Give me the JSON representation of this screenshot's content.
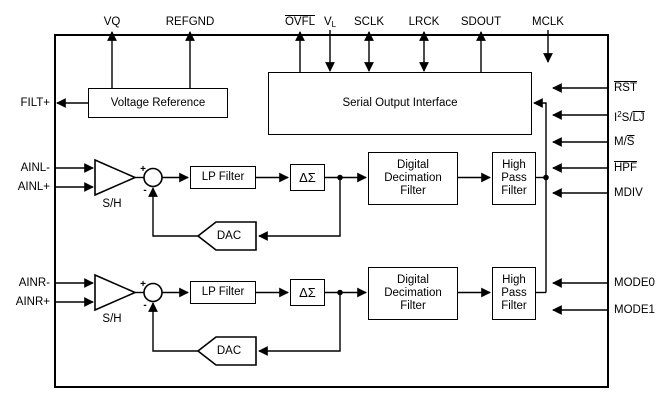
{
  "pins": {
    "top": {
      "vq": "VQ",
      "refgnd": "REFGND",
      "ovfl": "OVFL",
      "vl_base": "V",
      "vl_sub": "L",
      "sclk": "SCLK",
      "lrck": "LRCK",
      "sdout": "SDOUT",
      "mclk": "MCLK"
    },
    "left": {
      "filt_plus": "FILT+",
      "ainl_minus": "AINL-",
      "ainl_plus": "AINL+",
      "ainr_minus": "AINR-",
      "ainr_plus": "AINR+"
    },
    "right": {
      "rst": "RST",
      "i2s_base": "I",
      "i2s_sup": "2",
      "i2s_mid": "S/",
      "i2s_over": "LJ",
      "ms_base": "M/",
      "ms_over": "S",
      "hpf": "HPF",
      "mdiv": "MDIV",
      "mode0": "MODE0",
      "mode1": "MODE1"
    }
  },
  "blocks": {
    "voltage_reference": "Voltage Reference",
    "serial_output_interface": "Serial Output Interface",
    "lp_filter": "LP Filter",
    "delta_sigma": "ΔΣ",
    "decimation": {
      "line1": "Digital",
      "line2": "Decimation",
      "line3": "Filter"
    },
    "high_pass": {
      "line1": "High",
      "line2": "Pass",
      "line3": "Filter"
    },
    "dac": "DAC",
    "sample_hold": "S/H",
    "sum_plus": "+",
    "sum_minus": "-"
  },
  "colors": {
    "line": "#000000",
    "background": "#ffffff"
  }
}
